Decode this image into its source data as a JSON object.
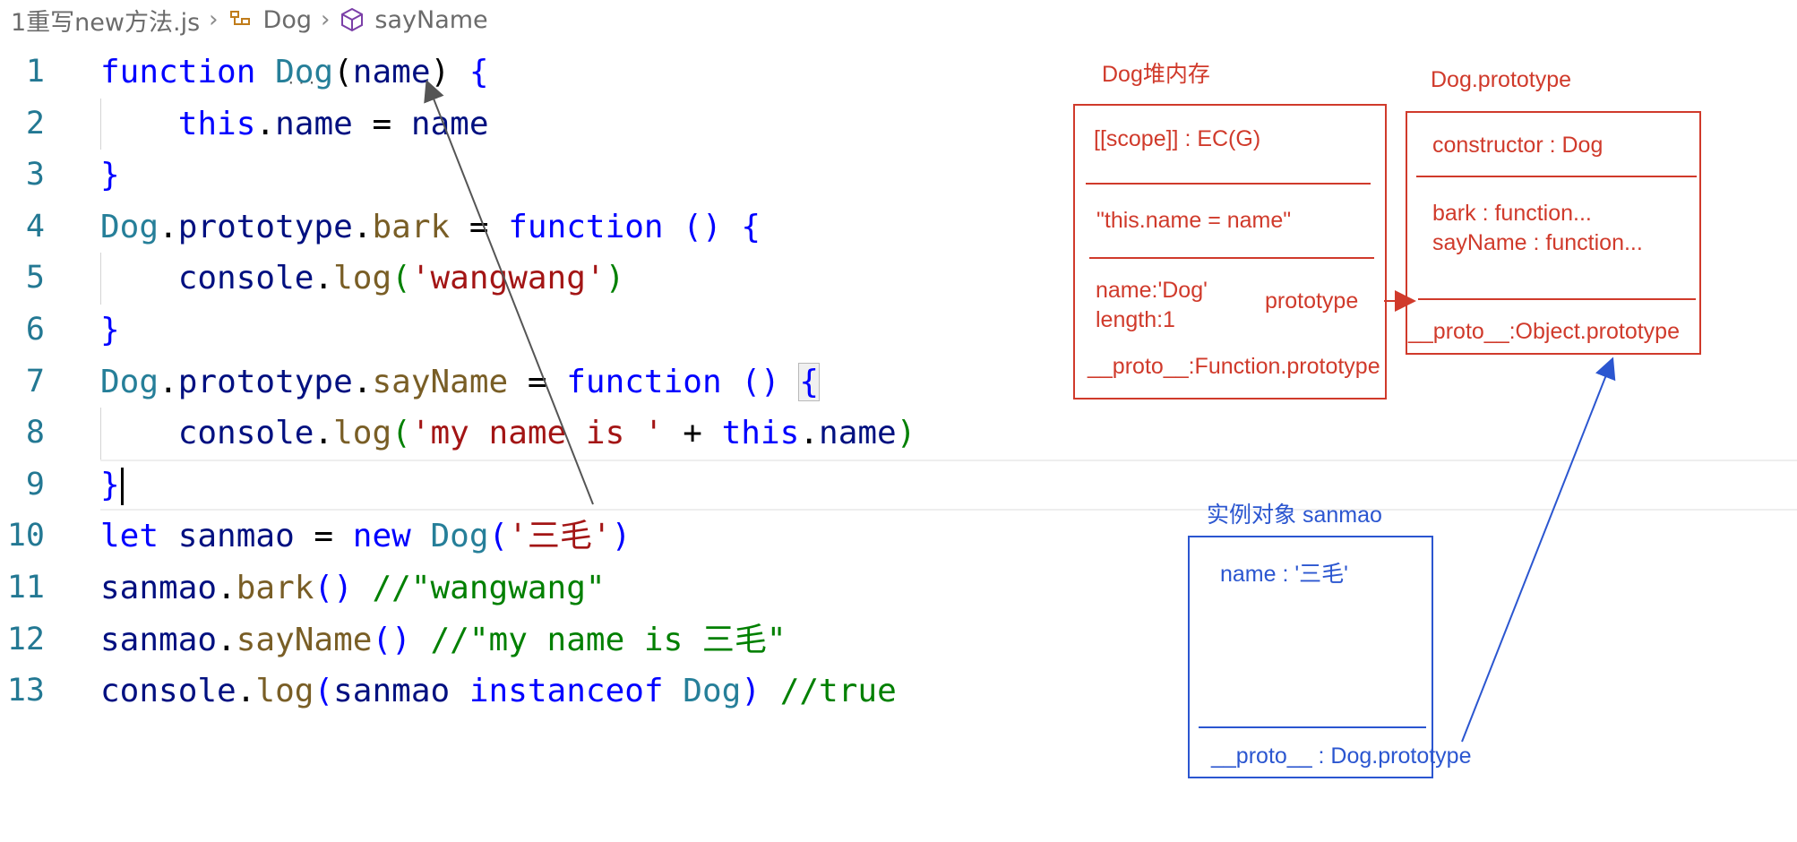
{
  "breadcrumb": {
    "file": "1重写new方法.js",
    "class_name": "Dog",
    "method_name": "sayName"
  },
  "editor": {
    "lines": [
      {
        "n": "1",
        "tokens": [
          [
            "kw",
            "function "
          ],
          [
            "cls",
            "Dog"
          ],
          [
            "pn",
            "("
          ],
          [
            "var",
            "name"
          ],
          [
            "pn",
            ") "
          ],
          [
            "kw",
            "{"
          ]
        ]
      },
      {
        "n": "2",
        "tokens": [
          [
            "pn",
            "    "
          ],
          [
            "kw",
            "this"
          ],
          [
            "pn",
            "."
          ],
          [
            "var",
            "name"
          ],
          [
            "pn",
            " = "
          ],
          [
            "var",
            "name"
          ]
        ]
      },
      {
        "n": "3",
        "tokens": [
          [
            "kw",
            "}"
          ]
        ]
      },
      {
        "n": "4",
        "tokens": [
          [
            "cls",
            "Dog"
          ],
          [
            "pn",
            "."
          ],
          [
            "var",
            "prototype"
          ],
          [
            "pn",
            "."
          ],
          [
            "fn",
            "bark"
          ],
          [
            "pn",
            " = "
          ],
          [
            "kw",
            "function"
          ],
          [
            "pn",
            " "
          ],
          [
            "kw",
            "()"
          ],
          [
            "pn",
            " "
          ],
          [
            "kw",
            "{"
          ]
        ]
      },
      {
        "n": "5",
        "tokens": [
          [
            "pn",
            "    "
          ],
          [
            "var",
            "console"
          ],
          [
            "pn",
            "."
          ],
          [
            "fn",
            "log"
          ],
          [
            "cm",
            "("
          ],
          [
            "str",
            "'wangwang'"
          ],
          [
            "cm",
            ")"
          ]
        ]
      },
      {
        "n": "6",
        "tokens": [
          [
            "kw",
            "}"
          ]
        ]
      },
      {
        "n": "7",
        "tokens": [
          [
            "cls",
            "Dog"
          ],
          [
            "pn",
            "."
          ],
          [
            "var",
            "prototype"
          ],
          [
            "pn",
            "."
          ],
          [
            "fn",
            "sayName"
          ],
          [
            "pn",
            " = "
          ],
          [
            "kw",
            "function"
          ],
          [
            "pn",
            " "
          ],
          [
            "kw",
            "()"
          ],
          [
            "pn",
            " "
          ],
          [
            "kw",
            "{"
          ]
        ]
      },
      {
        "n": "8",
        "tokens": [
          [
            "pn",
            "    "
          ],
          [
            "var",
            "console"
          ],
          [
            "pn",
            "."
          ],
          [
            "fn",
            "log"
          ],
          [
            "cm",
            "("
          ],
          [
            "str",
            "'my name is '"
          ],
          [
            "pn",
            " + "
          ],
          [
            "kw",
            "this"
          ],
          [
            "pn",
            "."
          ],
          [
            "var",
            "name"
          ],
          [
            "cm",
            ")"
          ]
        ]
      },
      {
        "n": "9",
        "tokens": [
          [
            "kw",
            "}"
          ]
        ]
      },
      {
        "n": "10",
        "tokens": [
          [
            "kw",
            "let "
          ],
          [
            "var",
            "sanmao"
          ],
          [
            "pn",
            " = "
          ],
          [
            "kw",
            "new "
          ],
          [
            "cls",
            "Dog"
          ],
          [
            "kw",
            "("
          ],
          [
            "str",
            "'三毛'"
          ],
          [
            "kw",
            ")"
          ]
        ]
      },
      {
        "n": "11",
        "tokens": [
          [
            "var",
            "sanmao"
          ],
          [
            "pn",
            "."
          ],
          [
            "fn",
            "bark"
          ],
          [
            "kw",
            "()"
          ],
          [
            "pn",
            " "
          ],
          [
            "cm",
            "//\"wangwang\""
          ]
        ]
      },
      {
        "n": "12",
        "tokens": [
          [
            "var",
            "sanmao"
          ],
          [
            "pn",
            "."
          ],
          [
            "fn",
            "sayName"
          ],
          [
            "kw",
            "()"
          ],
          [
            "pn",
            " "
          ],
          [
            "cm",
            "//\"my name is 三毛\""
          ]
        ]
      },
      {
        "n": "13",
        "tokens": [
          [
            "var",
            "console"
          ],
          [
            "pn",
            "."
          ],
          [
            "fn",
            "log"
          ],
          [
            "kw",
            "("
          ],
          [
            "var",
            "sanmao"
          ],
          [
            "pn",
            " "
          ],
          [
            "kw",
            "instanceof"
          ],
          [
            "pn",
            " "
          ],
          [
            "cls",
            "Dog"
          ],
          [
            "kw",
            ")"
          ],
          [
            "pn",
            " "
          ],
          [
            "cm",
            "//true"
          ]
        ]
      }
    ]
  },
  "diagram": {
    "heap": {
      "title": "Dog堆内存",
      "scope": "[[scope]] : EC(G)",
      "body": "\"this.name = name\"",
      "name": "name:'Dog'",
      "length": "length:1",
      "proto": "__proto__:Function.prototype"
    },
    "prototype_arrow_label": "prototype",
    "proto_obj": {
      "title": "Dog.prototype",
      "constructor": "constructor : Dog",
      "bark": "bark : function...",
      "sayName": "sayName : function...",
      "proto": "__proto__:Object.prototype"
    },
    "instance": {
      "title": "实例对象  sanmao",
      "name": "name : '三毛'",
      "proto": "__proto__ : Dog.prototype"
    },
    "colors": {
      "red": "#d03a2b",
      "blue": "#2b56d0",
      "arrow_gray": "#555555"
    }
  }
}
